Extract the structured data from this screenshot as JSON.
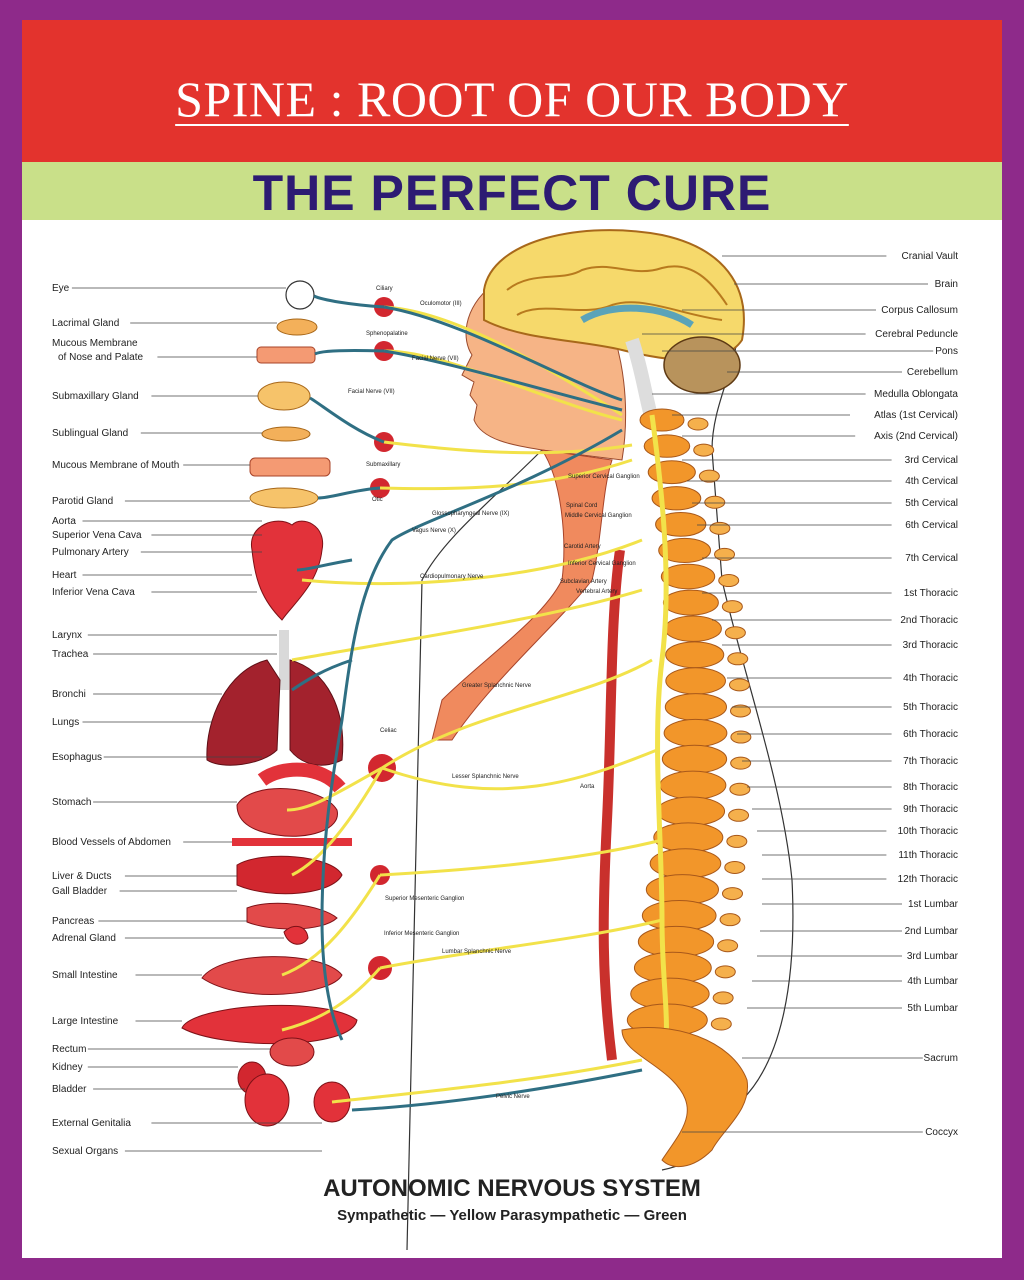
{
  "header": {
    "title": "SPINE : ROOT OF OUR BODY",
    "subtitle": "THE PERFECT CURE"
  },
  "colors": {
    "frame": "#8e2a8a",
    "title_band": "#e3332d",
    "subtitle_band": "#c9e089",
    "subtitle_text": "#2d1b73",
    "sympathetic_nerve": "#f2e24a",
    "parasympathetic_nerve": "#2f6f83",
    "vertebrae": "#f2962a"
  },
  "left_labels": [
    "Eye",
    "Lacrimal Gland",
    "Mucous Membrane",
    "of Nose and Palate",
    "Submaxillary Gland",
    "Sublingual Gland",
    "Mucous Membrane of Mouth",
    "Parotid Gland",
    "Aorta",
    "Superior Vena Cava",
    "Pulmonary Artery",
    "Heart",
    "Inferior Vena Cava",
    "Larynx",
    "Trachea",
    "Bronchi",
    "Lungs",
    "Esophagus",
    "Stomach",
    "Blood Vessels of Abdomen",
    "Liver & Ducts",
    "Gall Bladder",
    "Pancreas",
    "Adrenal Gland",
    "Small Intestine",
    "Large Intestine",
    "Rectum",
    "Kidney",
    "Bladder",
    "External Genitalia",
    "Sexual Organs"
  ],
  "right_labels": [
    "Cranial Vault",
    "Brain",
    "Corpus Callosum",
    "Cerebral Peduncle",
    "Pons",
    "Cerebellum",
    "Medulla Oblongata",
    "Atlas (1st Cervical)",
    "Axis (2nd Cervical)",
    "3rd Cervical",
    "4th Cervical",
    "5th Cervical",
    "6th Cervical",
    "7th Cervical",
    "1st Thoracic",
    "2nd Thoracic",
    "3rd Thoracic",
    "4th Thoracic",
    "5th Thoracic",
    "6th Thoracic",
    "7th Thoracic",
    "8th Thoracic",
    "9th Thoracic",
    "10th Thoracic",
    "11th Thoracic",
    "12th Thoracic",
    "1st Lumbar",
    "2nd Lumbar",
    "3rd Lumbar",
    "4th Lumbar",
    "5th Lumbar",
    "Sacrum",
    "Coccyx"
  ],
  "nerve_labels": [
    "Ciliary",
    "Oculomotor (III)",
    "Sphenopalatine",
    "Facial Nerve (VII)",
    "Facial Nerve (VII)",
    "Submaxillary",
    "Otic",
    "Glossopharyngeal Nerve (IX)",
    "Vagus Nerve (X)",
    "Superior Cervical Ganglion",
    "Spinal Cord",
    "Middle Cervical Ganglion",
    "Carotid Artery",
    "Inferior Cervical Ganglion",
    "Subclavian Artery",
    "Vertebral Artery",
    "Cardiopulmonary Nerve",
    "Greater Splanchnic Nerve",
    "Celiac",
    "Lesser Splanchnic Nerve",
    "Aorta",
    "Superior Mesenteric Ganglion",
    "Inferior Mesenteric Ganglion",
    "Lumbar Splanchnic Nerve",
    "Pelvic Nerve"
  ],
  "footer": {
    "title": "AUTONOMIC NERVOUS SYSTEM",
    "legend": "Sympathetic — Yellow   Parasympathetic — Green"
  }
}
